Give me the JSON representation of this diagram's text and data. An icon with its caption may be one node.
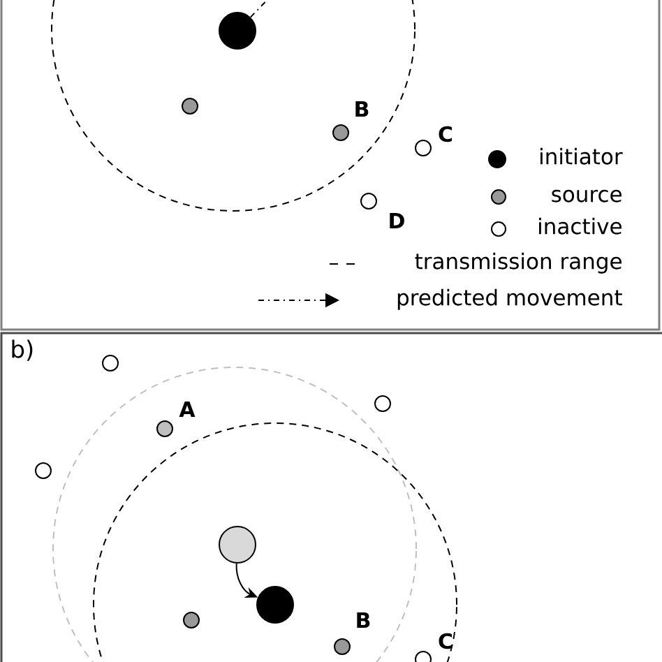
{
  "diagram": {
    "nodes": [
      {
        "text": [],
        "shape": "circle"
      },
      {
        "text": [],
        "shape": "circle"
      },
      {
        "text": [],
        "shape": "circle",
        "beside": [
          "B"
        ]
      },
      {
        "text": [],
        "shape": "circle",
        "beside": [
          "C"
        ]
      },
      {
        "text": [],
        "shape": "circle",
        "beside": [
          "D"
        ]
      },
      {
        "text": [],
        "shape": "circle"
      },
      {
        "text": [],
        "shape": "circle"
      },
      {
        "text": [],
        "shape": "circle",
        "beside": [
          "A"
        ]
      },
      {
        "text": [],
        "shape": "circle"
      },
      {
        "text": [],
        "shape": "circle"
      },
      {
        "text": [],
        "shape": "circle"
      },
      {
        "text": [],
        "shape": "circle"
      },
      {
        "text": [],
        "shape": "circle",
        "beside": [
          "B"
        ]
      },
      {
        "text": [],
        "shape": "circle",
        "beside": [
          "C"
        ]
      }
    ],
    "edges": [
      {
        "from": 0,
        "to": null,
        "arrow": "none",
        "style": "dashed"
      },
      {
        "from": 9,
        "to": 10,
        "arrow": "to"
      }
    ],
    "labels": [
      "b)"
    ],
    "legend": [
      {
        "text": "initiator"
      },
      {
        "text": "source"
      },
      {
        "text": "inactive"
      },
      {
        "text": "transmission range"
      },
      {
        "text": "predicted movement"
      }
    ]
  }
}
